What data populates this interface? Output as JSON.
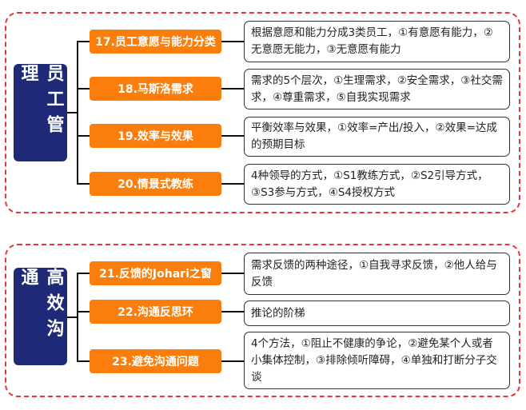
{
  "sections": [
    {
      "title": "员工管理",
      "items": [
        {
          "topic": "17.员工意愿与能力分类",
          "desc": "根据意愿和能力分成3类员工，①有意愿有能力，②无意愿无能力，③无意愿有能力"
        },
        {
          "topic": "18.马斯洛需求",
          "desc": "需求的5个层次，①生理需求，②安全需求，③社交需求，④尊重需求，⑤自我实现需求"
        },
        {
          "topic": "19.效率与效果",
          "desc": "平衡效率与效果，①效率=产出/投入，②效果=达成的预期目标"
        },
        {
          "topic": "20.情景式教练",
          "desc": "4种领导的方式，①S1教练方式，②S2引导方式，③S3参与方式，④S4授权方式"
        }
      ]
    },
    {
      "title": "高效沟通",
      "items": [
        {
          "topic": "21.反馈的Johari之窗",
          "desc": "需求反馈的两种途径，①自我寻求反馈，②他人给与反馈"
        },
        {
          "topic": "22.沟通反思环",
          "desc": "推论的阶梯"
        },
        {
          "topic": "23.避免沟通问题",
          "desc": "4个方法，①阻止不健康的争论，②避免某个人或者小集体控制，③排除倾听障碍，④单独和打断分子交谈"
        }
      ]
    }
  ],
  "colors": {
    "topic": "#fb7d0b",
    "root": "#1e2a78",
    "border": "#e8343a"
  }
}
